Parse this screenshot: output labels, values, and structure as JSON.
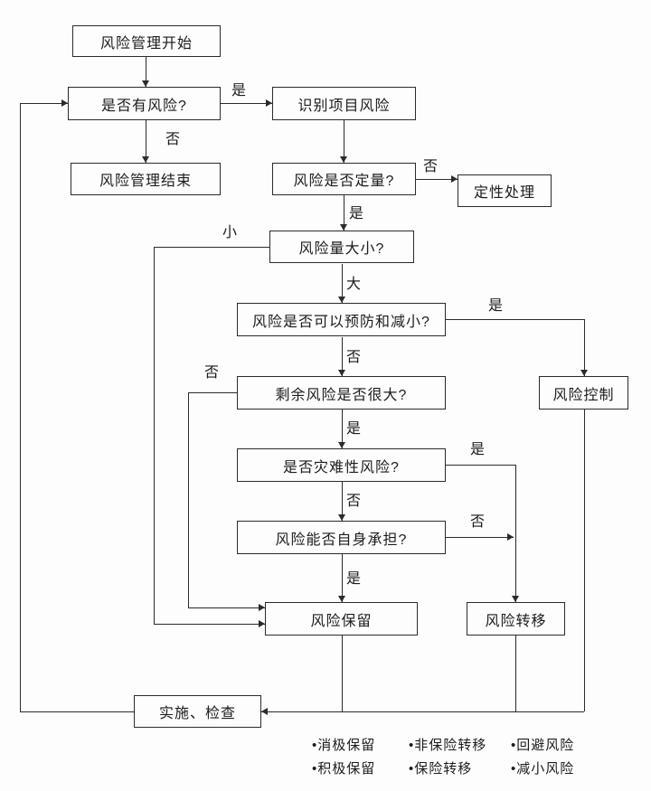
{
  "diagram": {
    "nodes": {
      "start": "风险管理开始",
      "has_risk": "是否有风险?",
      "end": "风险管理结束",
      "identify": "识别项目风险",
      "quantitative": "风险是否定量?",
      "qualitative": "定性处理",
      "magnitude": "风险量大小?",
      "prevent": "风险是否可以预防和减小?",
      "control": "风险控制",
      "residual": "剩余风险是否很大?",
      "catastrophic": "是否灾难性风险?",
      "self_bear": "风险能否自身承担?",
      "retention": "风险保留",
      "transfer": "风险转移",
      "implement": "实施、检查"
    },
    "edge_labels": {
      "yes": "是",
      "no": "否",
      "small": "小",
      "large": "大"
    },
    "legend": [
      "•消极保留",
      "•非保险转移",
      "•回避风险",
      "•积极保留",
      "•保险转移",
      "•减小风险"
    ]
  }
}
